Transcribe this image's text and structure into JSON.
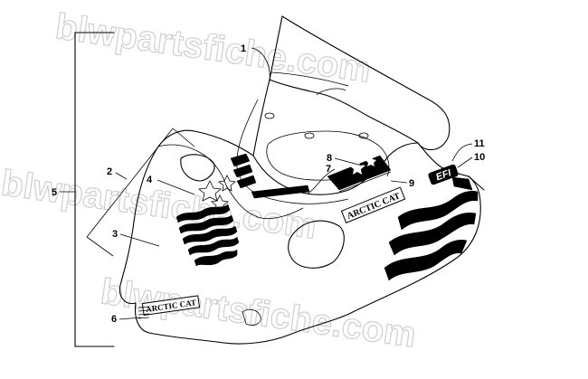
{
  "watermark": "blwpartsfiche.com",
  "callouts": [
    {
      "id": "1",
      "label": "1"
    },
    {
      "id": "2",
      "label": "2"
    },
    {
      "id": "3",
      "label": "3"
    },
    {
      "id": "4",
      "label": "4"
    },
    {
      "id": "5",
      "label": "5"
    },
    {
      "id": "6",
      "label": "6"
    },
    {
      "id": "7",
      "label": "7"
    },
    {
      "id": "8",
      "label": "8"
    },
    {
      "id": "9",
      "label": "9"
    },
    {
      "id": "10",
      "label": "10"
    },
    {
      "id": "11",
      "label": "11"
    }
  ],
  "decals": {
    "brand_side": "ARCTIC CAT",
    "brand_nose": "ARCTIC CAT",
    "efi": "EFI"
  },
  "colors": {
    "line": "#000000",
    "watermark": "#cfcfcf",
    "background": "#ffffff"
  }
}
